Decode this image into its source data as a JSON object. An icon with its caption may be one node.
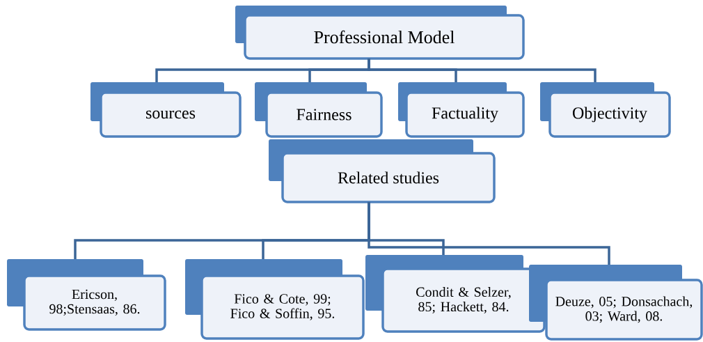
{
  "diagram": {
    "nodes": [
      {
        "text": [
          "Professional Model"
        ]
      },
      {
        "text": [
          "sources"
        ]
      },
      {
        "text": [
          "Fairness"
        ]
      },
      {
        "text": [
          "Factuality"
        ]
      },
      {
        "text": [
          "Objectivity"
        ]
      },
      {
        "text": [
          "Related studies"
        ]
      },
      {
        "text": [
          "Ericson, 98;Stensaas, 86."
        ]
      },
      {
        "text": [
          "Fico & Cote, 99; Fico & Soffin, 95."
        ]
      },
      {
        "text": [
          "Condit & Selzer, 85; Hackett, 84."
        ]
      },
      {
        "text": [
          "Deuze, 05; Donsachach, 03; Ward, 08."
        ]
      }
    ],
    "edges": [
      {
        "from": 0,
        "to": 1,
        "arrow": "none"
      },
      {
        "from": 0,
        "to": 2,
        "arrow": "none"
      },
      {
        "from": 0,
        "to": 3,
        "arrow": "none"
      },
      {
        "from": 0,
        "to": 4,
        "arrow": "none"
      },
      {
        "from": 5,
        "to": 6,
        "arrow": "none"
      },
      {
        "from": 5,
        "to": 7,
        "arrow": "none"
      },
      {
        "from": 5,
        "to": 8,
        "arrow": "none"
      },
      {
        "from": 5,
        "to": 9,
        "arrow": "none"
      }
    ]
  }
}
